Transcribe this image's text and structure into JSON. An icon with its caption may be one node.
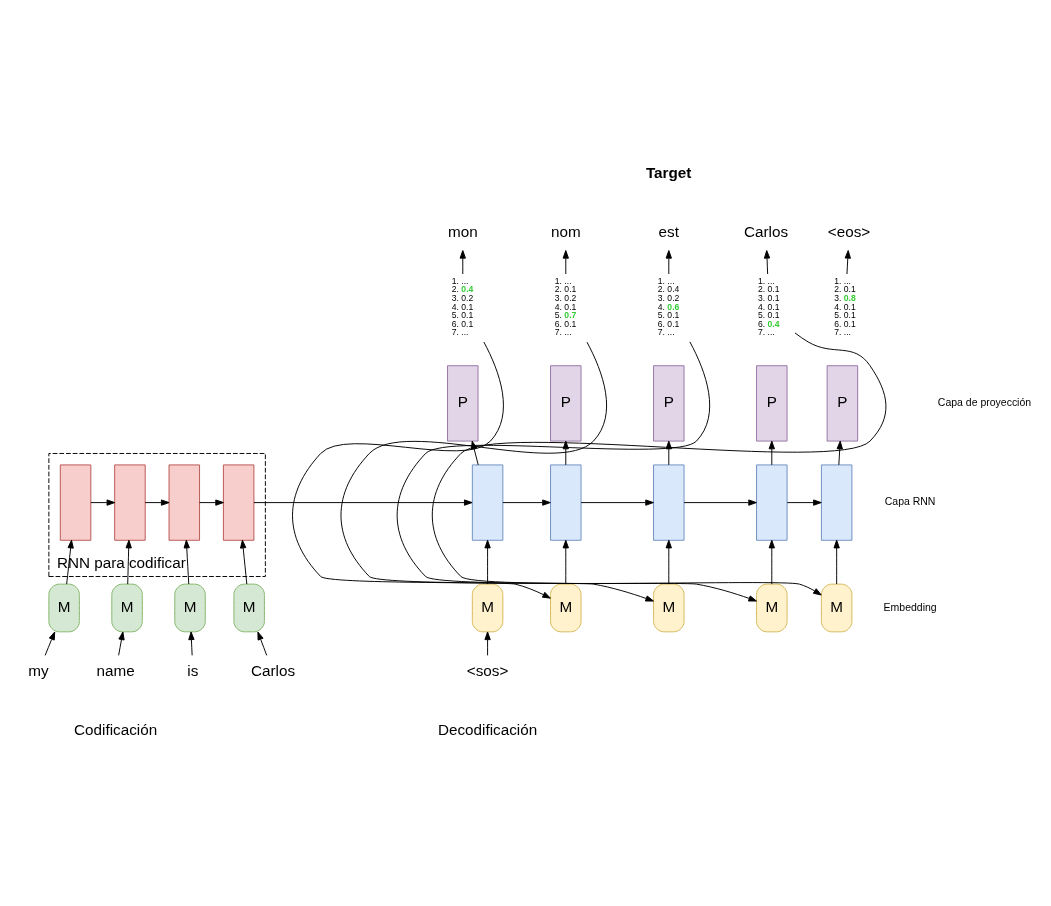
{
  "diagram": {
    "nodes": [
      {
        "text": [
          "RNN para codificar"
        ]
      },
      {
        "text": [],
        "shape": "box",
        "in": 0
      },
      {
        "text": [],
        "shape": "box",
        "in": 0
      },
      {
        "text": [],
        "shape": "box",
        "in": 0
      },
      {
        "text": [],
        "shape": "box",
        "in": 0
      },
      {
        "text": [
          "M"
        ]
      },
      {
        "text": [
          "M"
        ]
      },
      {
        "text": [
          "M"
        ]
      },
      {
        "text": [
          "M"
        ]
      },
      {
        "text": [
          "my"
        ]
      },
      {
        "text": [
          "name"
        ]
      },
      {
        "text": [
          "is"
        ]
      },
      {
        "text": [
          "Carlos"
        ]
      },
      {
        "text": [
          "M"
        ]
      },
      {
        "text": [
          "M"
        ]
      },
      {
        "text": [
          "M"
        ]
      },
      {
        "text": [
          "M"
        ]
      },
      {
        "text": [
          "M"
        ]
      },
      {
        "text": [],
        "shape": "box"
      },
      {
        "text": [],
        "shape": "box"
      },
      {
        "text": [],
        "shape": "box"
      },
      {
        "text": [],
        "shape": "box"
      },
      {
        "text": [],
        "shape": "box"
      },
      {
        "text": [
          "P"
        ]
      },
      {
        "text": [
          "P"
        ]
      },
      {
        "text": [
          "P"
        ]
      },
      {
        "text": [
          "P"
        ]
      },
      {
        "text": [
          "P"
        ]
      },
      {
        "text": [
          "1. ...",
          "2. **0.4**",
          "3. 0.2",
          "4. 0.1",
          "5. 0.1",
          "6. 0.1",
          "7. ..."
        ]
      },
      {
        "text": [
          "1. ...",
          "2. 0.1",
          "3. 0.2",
          "4. 0.1",
          "5. **0.7**",
          "6. 0.1",
          "7. ..."
        ]
      },
      {
        "text": [
          "1. ...",
          "2. 0.4",
          "3. 0.2",
          "4. **0.6**",
          "5. 0.1",
          "6. 0.1",
          "7. ..."
        ]
      },
      {
        "text": [
          "1. ...",
          "2. 0.1",
          "3. 0.1",
          "4. 0.1",
          "5. 0.1",
          "6. **0.4**",
          "7. ..."
        ]
      },
      {
        "text": [
          "1. ...",
          "2. 0.1",
          "3. **0.8**",
          "4. 0.1",
          "5. 0.1",
          "6. 0.1",
          "7. ..."
        ]
      },
      {
        "text": [
          "mon"
        ]
      },
      {
        "text": [
          "nom"
        ]
      },
      {
        "text": [
          "est"
        ]
      },
      {
        "text": [
          "Carlos"
        ]
      },
      {
        "text": [
          "<eos>"
        ]
      },
      {
        "text": [
          "<sos>"
        ]
      }
    ],
    "edges": [
      {
        "from": 9,
        "to": 5,
        "arrow": "to"
      },
      {
        "from": 10,
        "to": 6,
        "arrow": "to"
      },
      {
        "from": 11,
        "to": 7,
        "arrow": "to"
      },
      {
        "from": 12,
        "to": 8,
        "arrow": "to"
      },
      {
        "from": 5,
        "to": 1,
        "arrow": "to"
      },
      {
        "from": 6,
        "to": 2,
        "arrow": "to"
      },
      {
        "from": 7,
        "to": 3,
        "arrow": "to"
      },
      {
        "from": 8,
        "to": 4,
        "arrow": "to"
      },
      {
        "from": 1,
        "to": 2,
        "arrow": "to"
      },
      {
        "from": 2,
        "to": 3,
        "arrow": "to"
      },
      {
        "from": 3,
        "to": 4,
        "arrow": "to"
      },
      {
        "from": 4,
        "to": 18,
        "arrow": "to"
      },
      {
        "from": 18,
        "to": 19,
        "arrow": "to"
      },
      {
        "from": 19,
        "to": 20,
        "arrow": "to"
      },
      {
        "from": 20,
        "to": 21,
        "arrow": "to"
      },
      {
        "from": 21,
        "to": 22,
        "arrow": "to"
      },
      {
        "from": 38,
        "to": 13,
        "arrow": "to"
      },
      {
        "from": 13,
        "to": 18,
        "arrow": "to"
      },
      {
        "from": 14,
        "to": 19,
        "arrow": "to"
      },
      {
        "from": 15,
        "to": 20,
        "arrow": "to"
      },
      {
        "from": 16,
        "to": 21,
        "arrow": "to"
      },
      {
        "from": 17,
        "to": 22,
        "arrow": "to"
      },
      {
        "from": 18,
        "to": 23,
        "arrow": "to"
      },
      {
        "from": 19,
        "to": 24,
        "arrow": "to"
      },
      {
        "from": 20,
        "to": 25,
        "arrow": "to"
      },
      {
        "from": 21,
        "to": 26,
        "arrow": "to"
      },
      {
        "from": 22,
        "to": 27,
        "arrow": "to"
      },
      {
        "from": 28,
        "to": 33,
        "arrow": "to"
      },
      {
        "from": 29,
        "to": 34,
        "arrow": "to"
      },
      {
        "from": 30,
        "to": 35,
        "arrow": "to"
      },
      {
        "from": 31,
        "to": 36,
        "arrow": "to"
      },
      {
        "from": 32,
        "to": 37,
        "arrow": "to"
      },
      {
        "from": 28,
        "to": 14,
        "arrow": "to"
      },
      {
        "from": 29,
        "to": 15,
        "arrow": "to"
      },
      {
        "from": 30,
        "to": 16,
        "arrow": "to"
      },
      {
        "from": 31,
        "to": 17,
        "arrow": "to"
      }
    ],
    "labels": [
      "Target",
      "Capa de proyección",
      "Capa RNN",
      "Embedding",
      "Codificación",
      "Decodificación"
    ]
  }
}
